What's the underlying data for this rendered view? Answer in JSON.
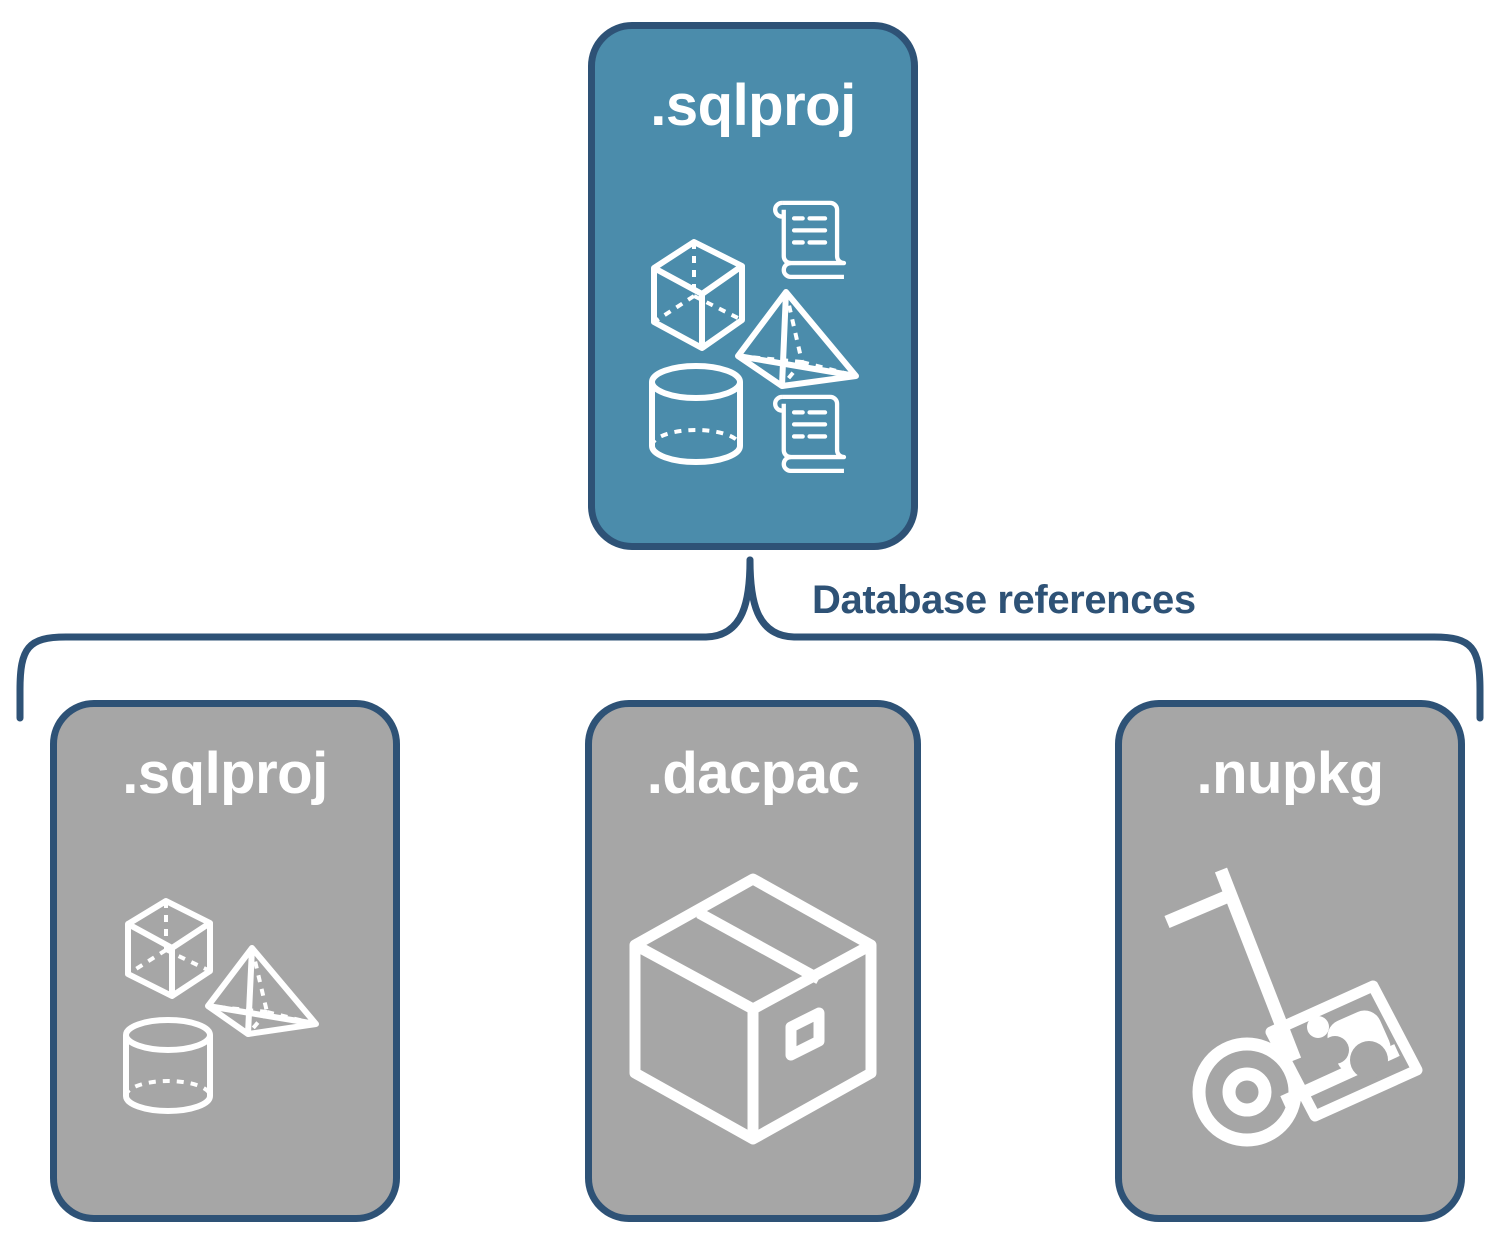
{
  "diagram": {
    "title": "Database references diagram",
    "connector_label": "Database references",
    "colors": {
      "primary_fill": "#4B8CAB",
      "secondary_fill": "#A6A6A6",
      "stroke": "#2E5276",
      "icon": "#FFFFFF",
      "background": "#FFFFFF"
    }
  },
  "top_node": {
    "label": ".sqlproj",
    "fill": "#4B8CAB",
    "icons": [
      "cube-wireframe-icon",
      "pyramid-wireframe-icon",
      "cylinder-wireframe-icon",
      "scroll-script-icon",
      "scroll-script-icon"
    ]
  },
  "reference_nodes": [
    {
      "label": ".sqlproj",
      "fill": "#A6A6A6",
      "icons": [
        "cube-wireframe-icon",
        "pyramid-wireframe-icon",
        "cylinder-wireframe-icon"
      ]
    },
    {
      "label": ".dacpac",
      "fill": "#A6A6A6",
      "icons": [
        "package-box-icon"
      ]
    },
    {
      "label": ".nupkg",
      "fill": "#A6A6A6",
      "icons": [
        "hand-truck-nuget-package-icon"
      ]
    }
  ]
}
